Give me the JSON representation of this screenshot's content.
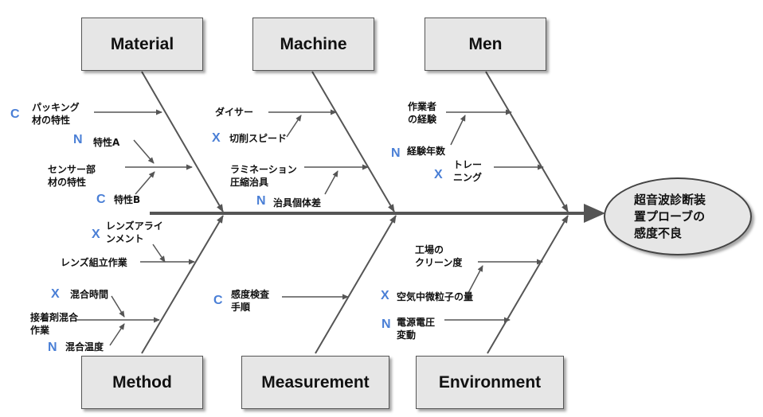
{
  "categories": {
    "material": "Material",
    "machine": "Machine",
    "men": "Men",
    "method": "Method",
    "measurement": "Measurement",
    "environment": "Environment"
  },
  "effect": "超音波診断装\n置プローブの\n感度不良",
  "causes": {
    "packing": "パッキング\n材の特性",
    "trait_a": "特性A",
    "sensor_part": "センサー部\n材の特性",
    "trait_b": "特性B",
    "dicer": "ダイサー",
    "cut_speed": "切削スピード",
    "lamination": "ラミネーション\n圧縮治具",
    "jig_diff": "治具個体差",
    "worker_exp": "作業者\nの経験",
    "exp_years": "経験年数",
    "training": "トレー\nニング",
    "lens_align": "レンズアライ\nンメント",
    "lens_assembly": "レンズ組立作業",
    "mix_time": "混合時間",
    "adhesive_mix": "接着剤混合\n作業",
    "mix_temp": "混合温度",
    "sensitivity_check": "感度検査\n手順",
    "factory_clean": "工場の\nクリーン度",
    "air_particles": "空気中微粒子の量",
    "voltage": "電源電圧\n変動"
  },
  "tags": {
    "c": "C",
    "n": "N",
    "x": "X"
  },
  "colors": {
    "line": "#555555",
    "tag": "#4a7fd6",
    "box_fill": "#e6e6e6"
  }
}
